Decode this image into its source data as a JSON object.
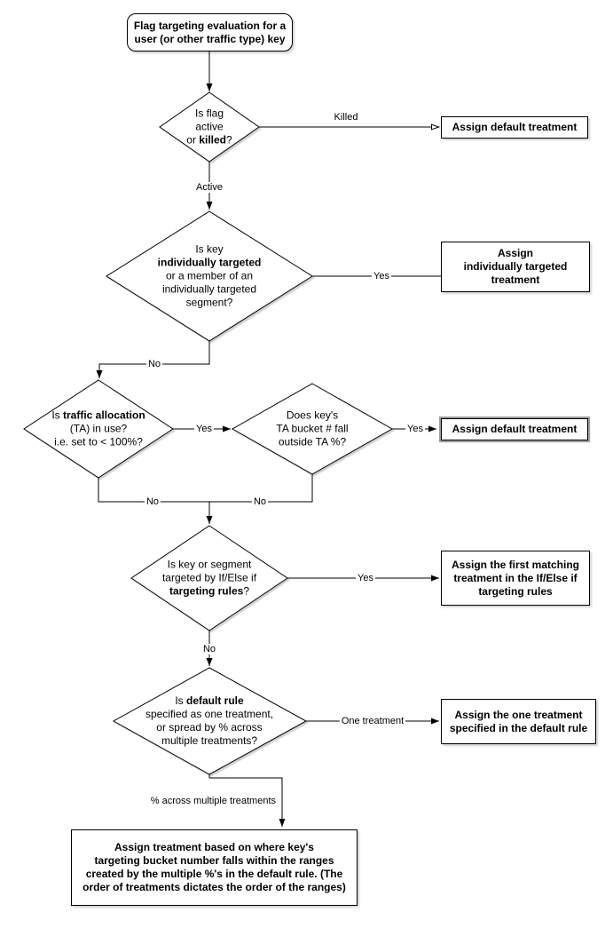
{
  "nodes": {
    "start": {
      "text": "Flag targeting evaluation for a\nuser (or other traffic type) key"
    },
    "d1": {
      "seg0": "Is flag\nactive\nor ",
      "seg1": "killed",
      "seg2": "?"
    },
    "b1": {
      "text": "Assign default treatment"
    },
    "d2": {
      "seg0": "Is key\n",
      "seg1": "individually targeted",
      "seg2": "\nor a member of an\nindividually targeted\nsegment?"
    },
    "b2": {
      "text": "Assign\nindividually targeted\ntreatment"
    },
    "d3": {
      "seg0": "Is ",
      "seg1": "traffic allocation",
      "seg2": "\n(TA) in use?\ni.e. set to < 100%?"
    },
    "d4": {
      "text": "Does key's\nTA bucket # fall\noutside TA %?"
    },
    "b3": {
      "text": "Assign default treatment"
    },
    "d5": {
      "seg0": "Is key or segment\ntargeted by If/Else if\n",
      "seg1": "targeting rules",
      "seg2": "?"
    },
    "b4": {
      "text": "Assign the first matching\ntreatment in the If/Else if\ntargeting rules"
    },
    "d6": {
      "seg0": "Is ",
      "seg1": "default rule",
      "seg2": "\nspecified as one treatment,\nor spread by % across\nmultiple treatments?"
    },
    "b5": {
      "text": "Assign the one treatment\nspecified in the default rule"
    },
    "b6": {
      "text": "Assign treatment based on where key's\ntargeting bucket number falls within the ranges\ncreated by the multiple %'s in the default rule. (The\norder of treatments dictates the order of the ranges)"
    }
  },
  "edge_labels": {
    "killed": "Killed",
    "active": "Active",
    "yes_individual": "Yes",
    "no_individual": "No",
    "yes_ta": "Yes",
    "yes_bucket": "Yes",
    "no_ta": "No",
    "no_bucket": "No",
    "yes_rules": "Yes",
    "no_rules": "No",
    "one_treatment": "One treatment",
    "pct_across": "% across multiple treatments"
  },
  "colors": {
    "node_fill": "#ffffff",
    "node_border": "#000000",
    "text": "#000000",
    "highlight_outline": "#9e9e9e"
  }
}
